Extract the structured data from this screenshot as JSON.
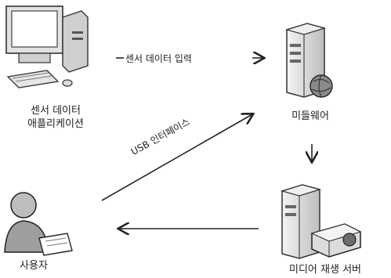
{
  "nodes": {
    "sensor_app": {
      "label_line1": "센서 데이터",
      "label_line2": "애플리케이션",
      "icon": "desktop-computer-icon"
    },
    "middleware": {
      "label": "미들웨어",
      "icon": "server-globe-icon"
    },
    "media_server": {
      "label": "미디어 재생 서버",
      "icon": "server-projector-icon"
    },
    "user": {
      "label": "사용자",
      "icon": "user-document-icon"
    }
  },
  "edges": {
    "sensor_input": {
      "label": "센서 데이터 입력"
    },
    "usb_interface": {
      "label": "USB 인터페이스"
    }
  }
}
